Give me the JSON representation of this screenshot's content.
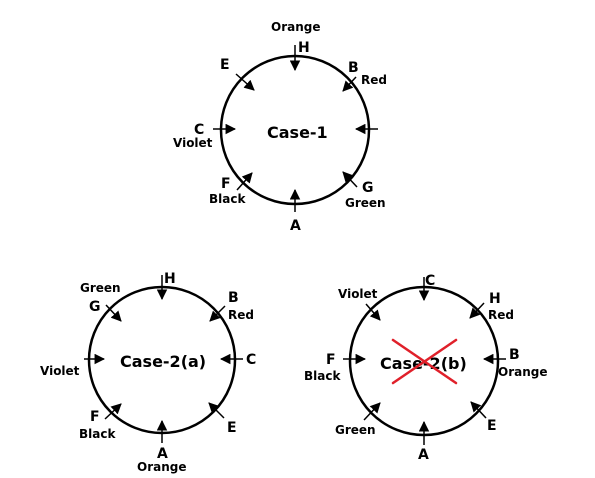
{
  "case1": {
    "title": "Case-1",
    "seats": {
      "top": "H",
      "top_right": "B",
      "left": "C",
      "top_left": "E",
      "bottom_left": "F",
      "bottom_right": "G",
      "bottom": "A"
    },
    "colors": {
      "top": "Orange",
      "top_right": "Red",
      "left": "Violet",
      "bottom_left": "Black",
      "bottom_right": "Green"
    }
  },
  "case2a": {
    "title": "Case-2(a)",
    "seats": {
      "top": "H",
      "top_left": "G",
      "top_right": "B",
      "right": "C",
      "bottom_left": "F",
      "bottom_right": "E",
      "bottom": "A"
    },
    "colors": {
      "top_left": "Green",
      "top_right": "Red",
      "left": "Violet",
      "bottom_left": "Black",
      "bottom": "Orange"
    }
  },
  "case2b": {
    "title": "Case-2(b)",
    "rejected": true,
    "seats": {
      "top": "C",
      "top_right": "H",
      "left": "F",
      "right": "B",
      "bottom_right": "E",
      "bottom": "A"
    },
    "colors": {
      "top_left": "Violet",
      "top_right": "Red",
      "left": "Black",
      "right": "Orange",
      "bottom_left": "Green"
    }
  }
}
